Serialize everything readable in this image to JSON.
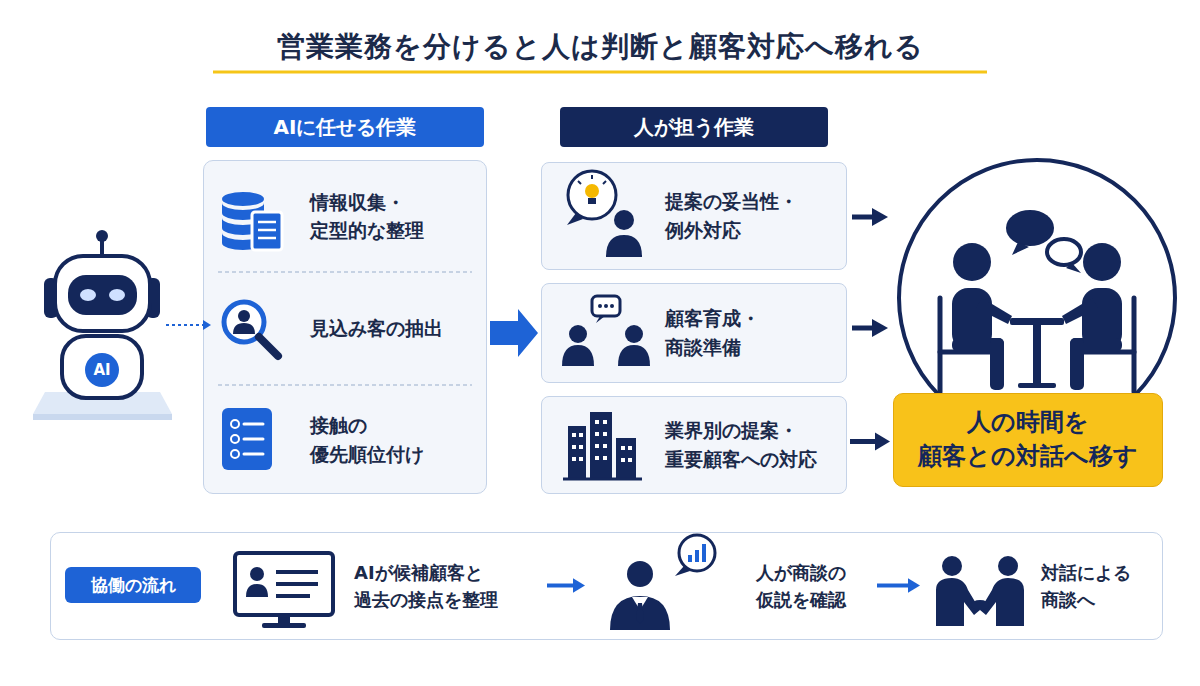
{
  "diagram": {
    "title": "営業業務を分けると人は判断と顧客対応へ移れる",
    "nodes": [
      {
        "text": [
          "AIに任せる作業"
        ]
      },
      {
        "text": [
          "情報収集・ 定型的な整理"
        ],
        "in": 0
      },
      {
        "text": [
          "見込み客の抽出"
        ],
        "in": 0
      },
      {
        "text": [
          "接触の 優先順位付け"
        ],
        "in": 0
      },
      {
        "text": [
          "人が担う作業"
        ]
      },
      {
        "text": [
          "提案の妥当性・ 例外対応"
        ]
      },
      {
        "text": [
          "顧客育成・ 商談準備"
        ]
      },
      {
        "text": [
          "業界別の提案・ 重要顧客への対応"
        ]
      },
      {
        "text": [
          "人の時間を 顧客との対話へ移す"
        ]
      },
      {
        "text": [
          "協働の流れ"
        ]
      },
      {
        "text": [
          "AIが候補顧客と 過去の接点を整理"
        ],
        "in": 9
      },
      {
        "text": [
          "人が商談の 仮説を確認"
        ],
        "in": 9
      },
      {
        "text": [
          "対話による 商談へ"
        ],
        "in": 9
      }
    ],
    "edges": [
      {
        "from": 0,
        "to": 6,
        "arrow": "to"
      },
      {
        "from": 7,
        "to": 8,
        "arrow": "to"
      },
      {
        "from": 10,
        "to": 11,
        "arrow": "to"
      },
      {
        "from": 11,
        "to": 12,
        "arrow": "to"
      }
    ],
    "labels": [
      "AI"
    ]
  }
}
